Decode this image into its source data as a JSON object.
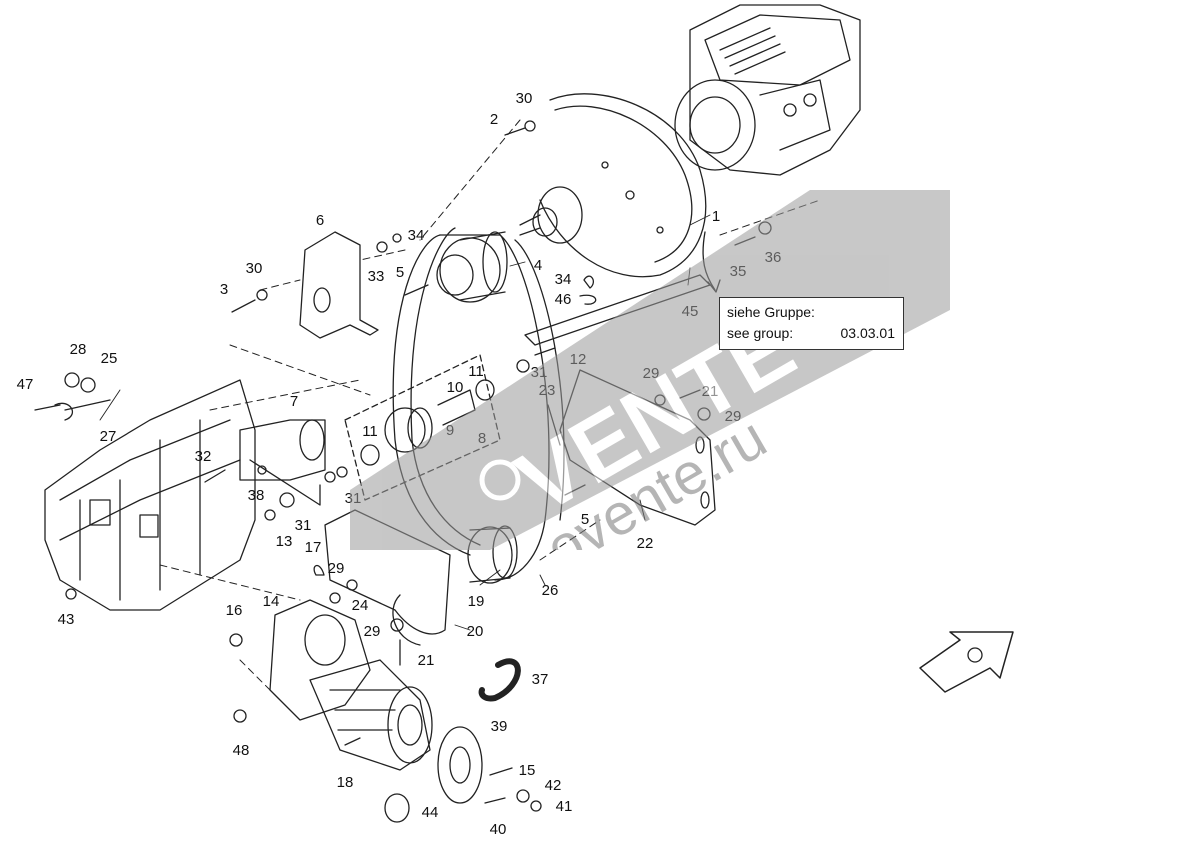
{
  "note": {
    "line1": "siehe Gruppe:",
    "line2_label": "see group:",
    "line2_value": "03.03.01"
  },
  "watermark": {
    "brand": "VENTE",
    "site": "ovente.ru"
  },
  "callouts": [
    "1",
    "2",
    "3",
    "4",
    "5",
    "5",
    "6",
    "7",
    "8",
    "9",
    "10",
    "11",
    "11",
    "12",
    "13",
    "14",
    "15",
    "16",
    "17",
    "18",
    "19",
    "20",
    "21",
    "21",
    "22",
    "23",
    "24",
    "25",
    "26",
    "27",
    "28",
    "29",
    "29",
    "29",
    "29",
    "30",
    "30",
    "31",
    "31",
    "31",
    "32",
    "33",
    "34",
    "34",
    "35",
    "36",
    "37",
    "38",
    "39",
    "40",
    "41",
    "42",
    "43",
    "44",
    "45",
    "46",
    "47",
    "48"
  ],
  "colors": {
    "line": "#222222",
    "watermark": "#9a9a9a"
  }
}
